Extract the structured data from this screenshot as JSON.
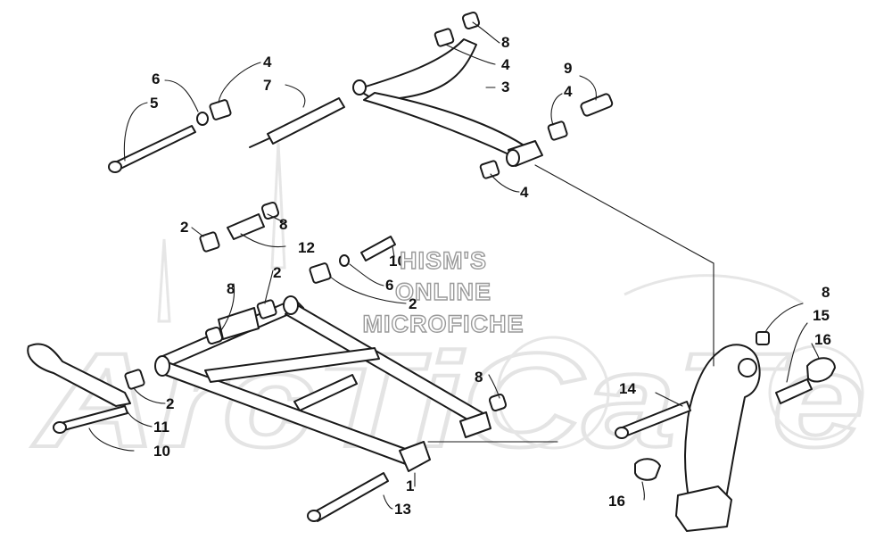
{
  "watermark": {
    "background_word": "ArcTiCaTe",
    "line1": "HISM'S",
    "line2": "ONLINE",
    "line3": "MICROFICHE"
  },
  "callouts": {
    "c1": "1",
    "c2a": "2",
    "c2b": "2",
    "c2c": "2",
    "c2d": "2",
    "c3": "3",
    "c4a": "4",
    "c4b": "4",
    "c4c": "4",
    "c4d": "4",
    "c5": "5",
    "c6a": "6",
    "c6b": "6",
    "c7": "7",
    "c8a": "8",
    "c8b": "8",
    "c8c": "8",
    "c8d": "8",
    "c8e": "8",
    "c9": "9",
    "c10a": "10",
    "c10b": "10",
    "c11": "11",
    "c12": "12",
    "c13": "13",
    "c14": "14",
    "c15": "15",
    "c16a": "16",
    "c16b": "16"
  },
  "colors": {
    "ink": "#1a1a1a",
    "watermark_outline": "#9a9a9a",
    "watermark_background": "#e4e4e4"
  }
}
